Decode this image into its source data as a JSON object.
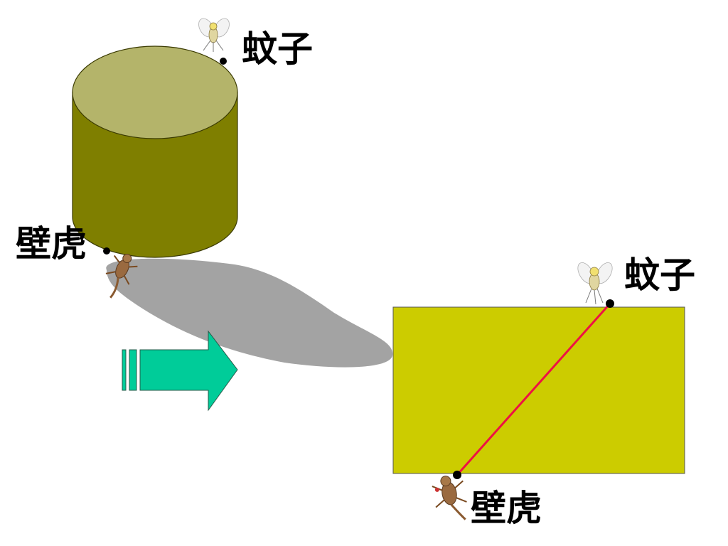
{
  "labels": {
    "mosquito_top": "蚊子",
    "gecko_left": "壁虎",
    "mosquito_right": "蚊子",
    "gecko_bottom": "壁虎"
  },
  "colors": {
    "cylinder_top": "#b4b46a",
    "cylinder_body": "#7f7f00",
    "cylinder_outline": "#3a3a00",
    "shadow": "#a3a3a3",
    "arrow": "#00cc99",
    "rectangle": "#cccc00",
    "path_line": "#ee1144",
    "point": "#000000",
    "text": "#000000"
  },
  "icons": {
    "mosquito": "mosquito-icon",
    "gecko": "gecko-icon",
    "arrow": "right-arrow-icon"
  }
}
